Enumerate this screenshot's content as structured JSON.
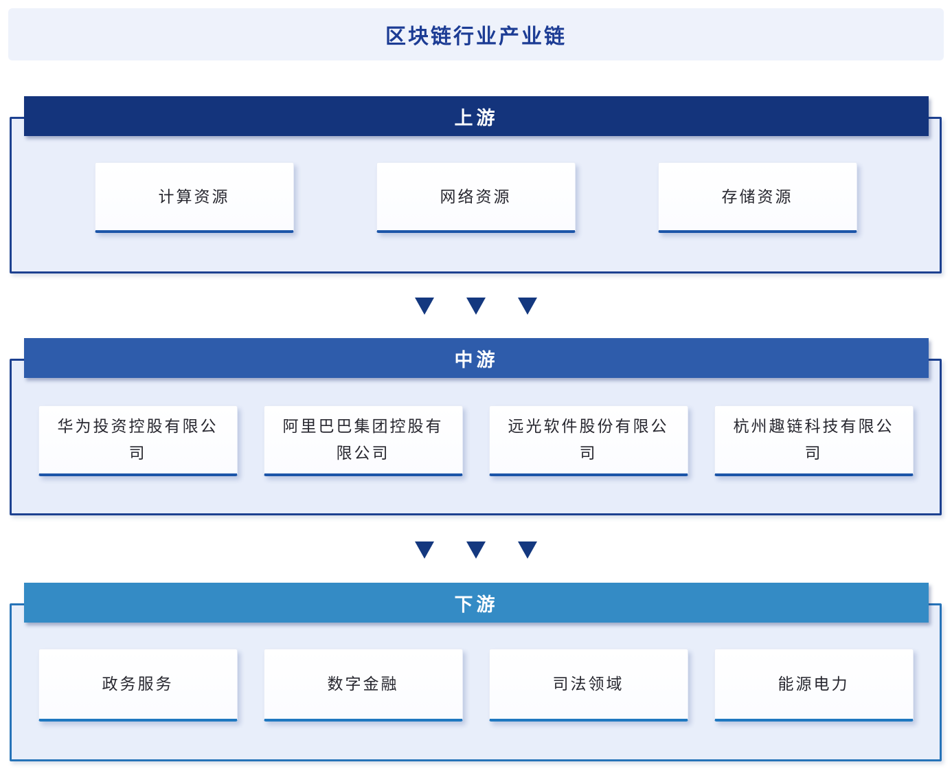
{
  "page": {
    "title": "区块链行业产业链",
    "background": "#ffffff",
    "title_bar_bg": "#eef2fb",
    "title_color": "#1c3c94"
  },
  "sections": [
    {
      "label": "上游",
      "header_bg": "#14347c",
      "container_border": "#1d4190",
      "container_bg": "#e9eefa",
      "box_accent": "#1c55a8",
      "items": [
        "计算资源",
        "网络资源",
        "存储资源"
      ]
    },
    {
      "label": "中游",
      "header_bg": "#2e5cab",
      "container_border": "#1d4190",
      "container_bg": "#e7edfa",
      "box_accent": "#1c55a8",
      "items": [
        "华为投资控股有限公司",
        "阿里巴巴集团控股有限公司",
        "远光软件股份有限公司",
        "杭州趣链科技有限公司"
      ]
    },
    {
      "label": "下游",
      "header_bg": "#348bc5",
      "container_border": "#2673b8",
      "container_bg": "#e8eefa",
      "box_accent": "#1f78c0",
      "items": [
        "政务服务",
        "数字金融",
        "司法领域",
        "能源电力"
      ]
    }
  ],
  "arrow": {
    "color": "#14387f",
    "per_row": 3
  }
}
